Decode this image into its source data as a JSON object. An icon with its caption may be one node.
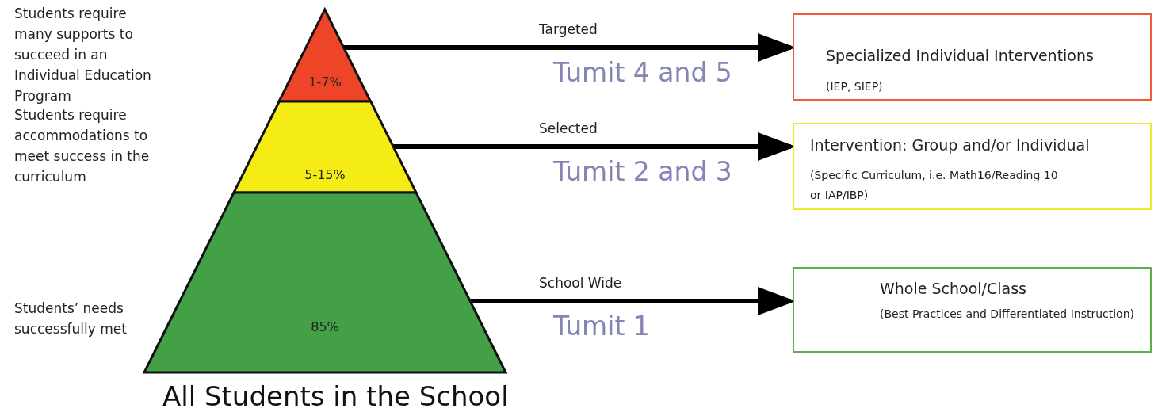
{
  "diagram": {
    "caption": "All Students in the School",
    "nodes": [
      {
        "text": [
          "1-7%"
        ]
      },
      {
        "text": [
          "5-15%"
        ]
      },
      {
        "text": [
          "85%"
        ]
      },
      {
        "text": [
          "Specialized Individual Interventions",
          "(IEP, SIEP)"
        ]
      },
      {
        "text": [
          "Intervention: Group and/or Individual",
          "(Specific Curriculum, i.e. Math16/Reading 10 or IAP/IBP)"
        ]
      },
      {
        "text": [
          "Whole School/Class",
          "(Best Practices and Differentiated Instruction)"
        ]
      }
    ],
    "edges": [
      {
        "from": 0,
        "to": 3,
        "arrow": "to",
        "label": "Targeted"
      },
      {
        "from": 1,
        "to": 4,
        "arrow": "to",
        "label": "Selected"
      },
      {
        "from": 2,
        "to": 5,
        "arrow": "to",
        "label": "School Wide"
      }
    ],
    "labels": [
      "Students require many supports to succeed in an Individual Education Program",
      "Tumit 4 and 5",
      "Students require accommodations to meet success in the curriculum",
      "Tumit 2 and 3",
      "Students’ needs successfully met",
      "Tumit 1"
    ]
  }
}
